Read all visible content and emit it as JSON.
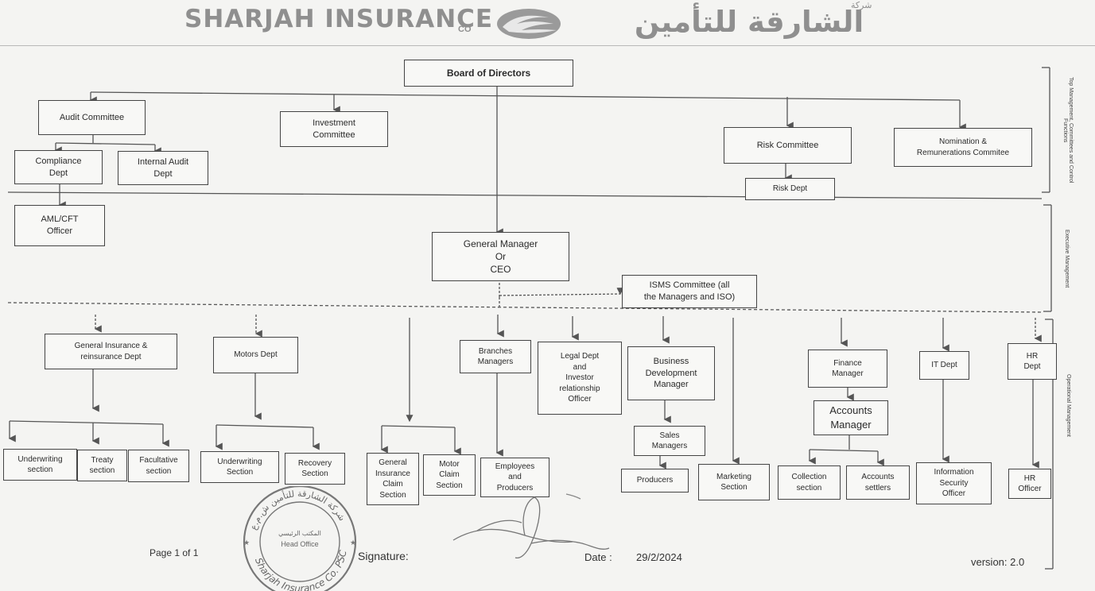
{
  "header": {
    "company_en": "SHARJAH INSURANCE",
    "company_en_suffix": "CO",
    "company_ar": "الشارقة للتأمين",
    "company_ar_prefix": "شركة",
    "logo_icon": "swirl-logo-icon"
  },
  "side_labels": {
    "top": "Top Management, Committees and Control Functions",
    "executive": "Executive Management",
    "operational": "Operational Management"
  },
  "org": {
    "board": "Board of Directors",
    "audit_committee": "Audit Committee",
    "investment_committee": "Investment\nCommittee",
    "risk_committee": "Risk Committee",
    "nomination": "Nomination &\nRemunerations Commitee",
    "compliance": "Compliance\nDept",
    "internal_audit": "Internal Audit\nDept",
    "risk_dept": "Risk Dept",
    "aml": "AML/CFT\nOfficer",
    "gm": "General Manager\nOr\nCEO",
    "isms": "ISMS Committee (all\nthe Managers and ISO)",
    "gen_ins_dept": "General Insurance &\nreinsurance Dept",
    "motors_dept": "Motors Dept",
    "branches": "Branches\nManagers",
    "legal": "Legal Dept\nand\nInvestor\nrelationship\nOfficer",
    "bdm": "Business\nDevelopment\nManager",
    "finance": "Finance\nManager",
    "it_dept": "IT Dept",
    "hr_dept": "HR\nDept",
    "uw_section1": "Underwriting\nsection",
    "treaty": "Treaty\nsection",
    "facultative": "Facultative\nsection",
    "uw_section2": "Underwriting\nSection",
    "recovery": "Recovery\nSection",
    "gen_claim": "General\nInsurance\nClaim\nSection",
    "motor_claim": "Motor\nClaim\nSection",
    "employees": "Employees\nand\nProducers",
    "sales": "Sales\nManagers",
    "producers": "Producers",
    "marketing": "Marketing\nSection",
    "accounts_mgr": "Accounts\nManager",
    "collection": "Collection\nsection",
    "accounts_settlers": "Accounts\nsettlers",
    "info_sec": "Information\nSecurity\nOfficer",
    "hr_officer": "HR\nOfficer"
  },
  "footer": {
    "page": "Page 1 of 1",
    "signature": "Signature:",
    "date_label": "Date :",
    "date_value": "29/2/2024",
    "version": "version: 2.0"
  },
  "stamp": {
    "text_ar": "شركة الشارقة للتأمين ش.م.ع",
    "office_ar": "المكتب الرئيسي",
    "office_en": "Head Office",
    "name_en": "Sharjah Insurance Co. PSC"
  }
}
